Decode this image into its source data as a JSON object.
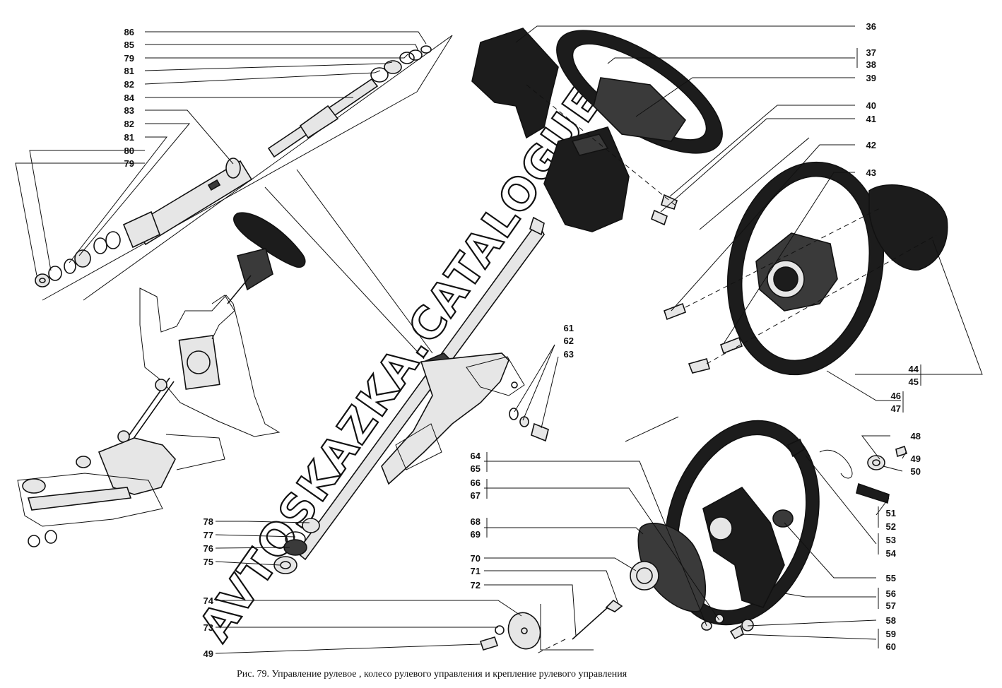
{
  "caption": "Рис. 79. Управление рулевое , колесо рулевого управления и крепление рулевого управления",
  "watermark": "AVTOSKAZKA.CATALOGUE",
  "colors": {
    "ink": "#111111",
    "paper": "#ffffff"
  },
  "labels": {
    "l86": "86",
    "l85": "85",
    "l79a": "79",
    "l81a": "81",
    "l82a": "82",
    "l84": "84",
    "l83": "83",
    "l82b": "82",
    "l81b": "81",
    "l80": "80",
    "l79b": "79",
    "l36": "36",
    "l37": "37",
    "l38": "38",
    "l39": "39",
    "l40": "40",
    "l41": "41",
    "l42": "42",
    "l43": "43",
    "l44": "44",
    "l45": "45",
    "l46": "46",
    "l47": "47",
    "l48": "48",
    "l49a": "49",
    "l50": "50",
    "l51": "51",
    "l52": "52",
    "l53": "53",
    "l54": "54",
    "l55": "55",
    "l56": "56",
    "l57": "57",
    "l58": "58",
    "l59": "59",
    "l60": "60",
    "l61": "61",
    "l62": "62",
    "l63": "63",
    "l64": "64",
    "l65": "65",
    "l66": "66",
    "l67": "67",
    "l68": "68",
    "l69": "69",
    "l70": "70",
    "l71": "71",
    "l72": "72",
    "l78": "78",
    "l77": "77",
    "l76": "76",
    "l75": "75",
    "l74": "74",
    "l73": "73",
    "l49b": "49"
  }
}
